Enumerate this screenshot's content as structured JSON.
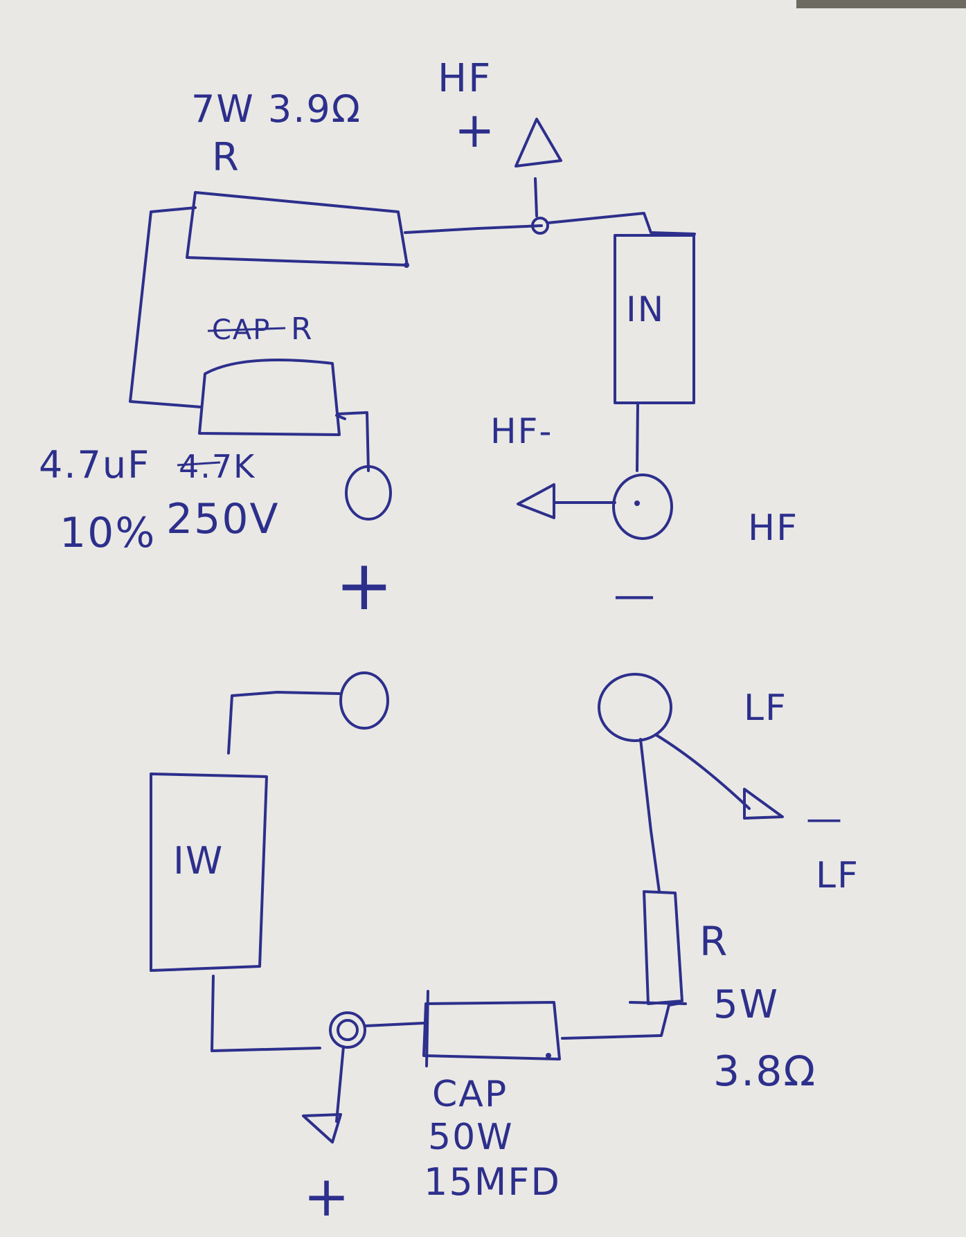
{
  "labels": {
    "top_resistor_rating": "7W 3.9Ω",
    "top_resistor_letter": "R",
    "hf_top": "HF",
    "hf_top_sign": "+",
    "cap_top_label_struck": "CAP",
    "cap_top_label": "R",
    "cap_value": "4.7uF",
    "cap_value_struck": "4.7K",
    "cap_tolerance": "10%",
    "cap_voltage": "250V",
    "inductor_top": "IN",
    "hf_minus_label": "HF-",
    "hf_right": "HF",
    "plus_center": "+",
    "minus_center": "—",
    "lf_right": "LF",
    "lf_minus_dash": "—",
    "lf_lower": "LF",
    "inductor_bottom": "IW",
    "bottom_resistor_letter": "R",
    "bottom_resistor_watts": "5W",
    "bottom_resistor_ohms": "3.8Ω",
    "bottom_cap_1": "CAP",
    "bottom_cap_2": "50W",
    "bottom_cap_3": "15MFD",
    "bottom_plus": "+"
  }
}
